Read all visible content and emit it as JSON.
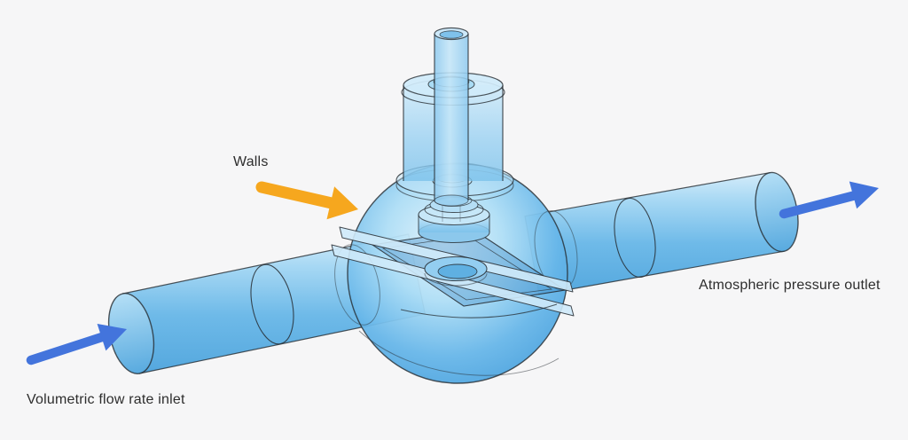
{
  "annotations": {
    "walls": {
      "label": "Walls",
      "arrow_color": "#F6A71E",
      "arrow_icon": "orange-arrow-icon"
    },
    "inlet": {
      "label": "Volumetric flow rate inlet",
      "arrow_color": "#4374DC",
      "arrow_icon": "blue-arrow-icon"
    },
    "outlet": {
      "label": "Atmospheric pressure outlet",
      "arrow_color": "#4374DC",
      "arrow_icon": "blue-arrow-icon"
    }
  },
  "colors": {
    "background": "#f6f6f7",
    "model_fill_blue": "#5fb2e6",
    "model_fill_light": "#cfeafa",
    "model_edge": "#262c31",
    "label_text": "#2d2d2d"
  }
}
